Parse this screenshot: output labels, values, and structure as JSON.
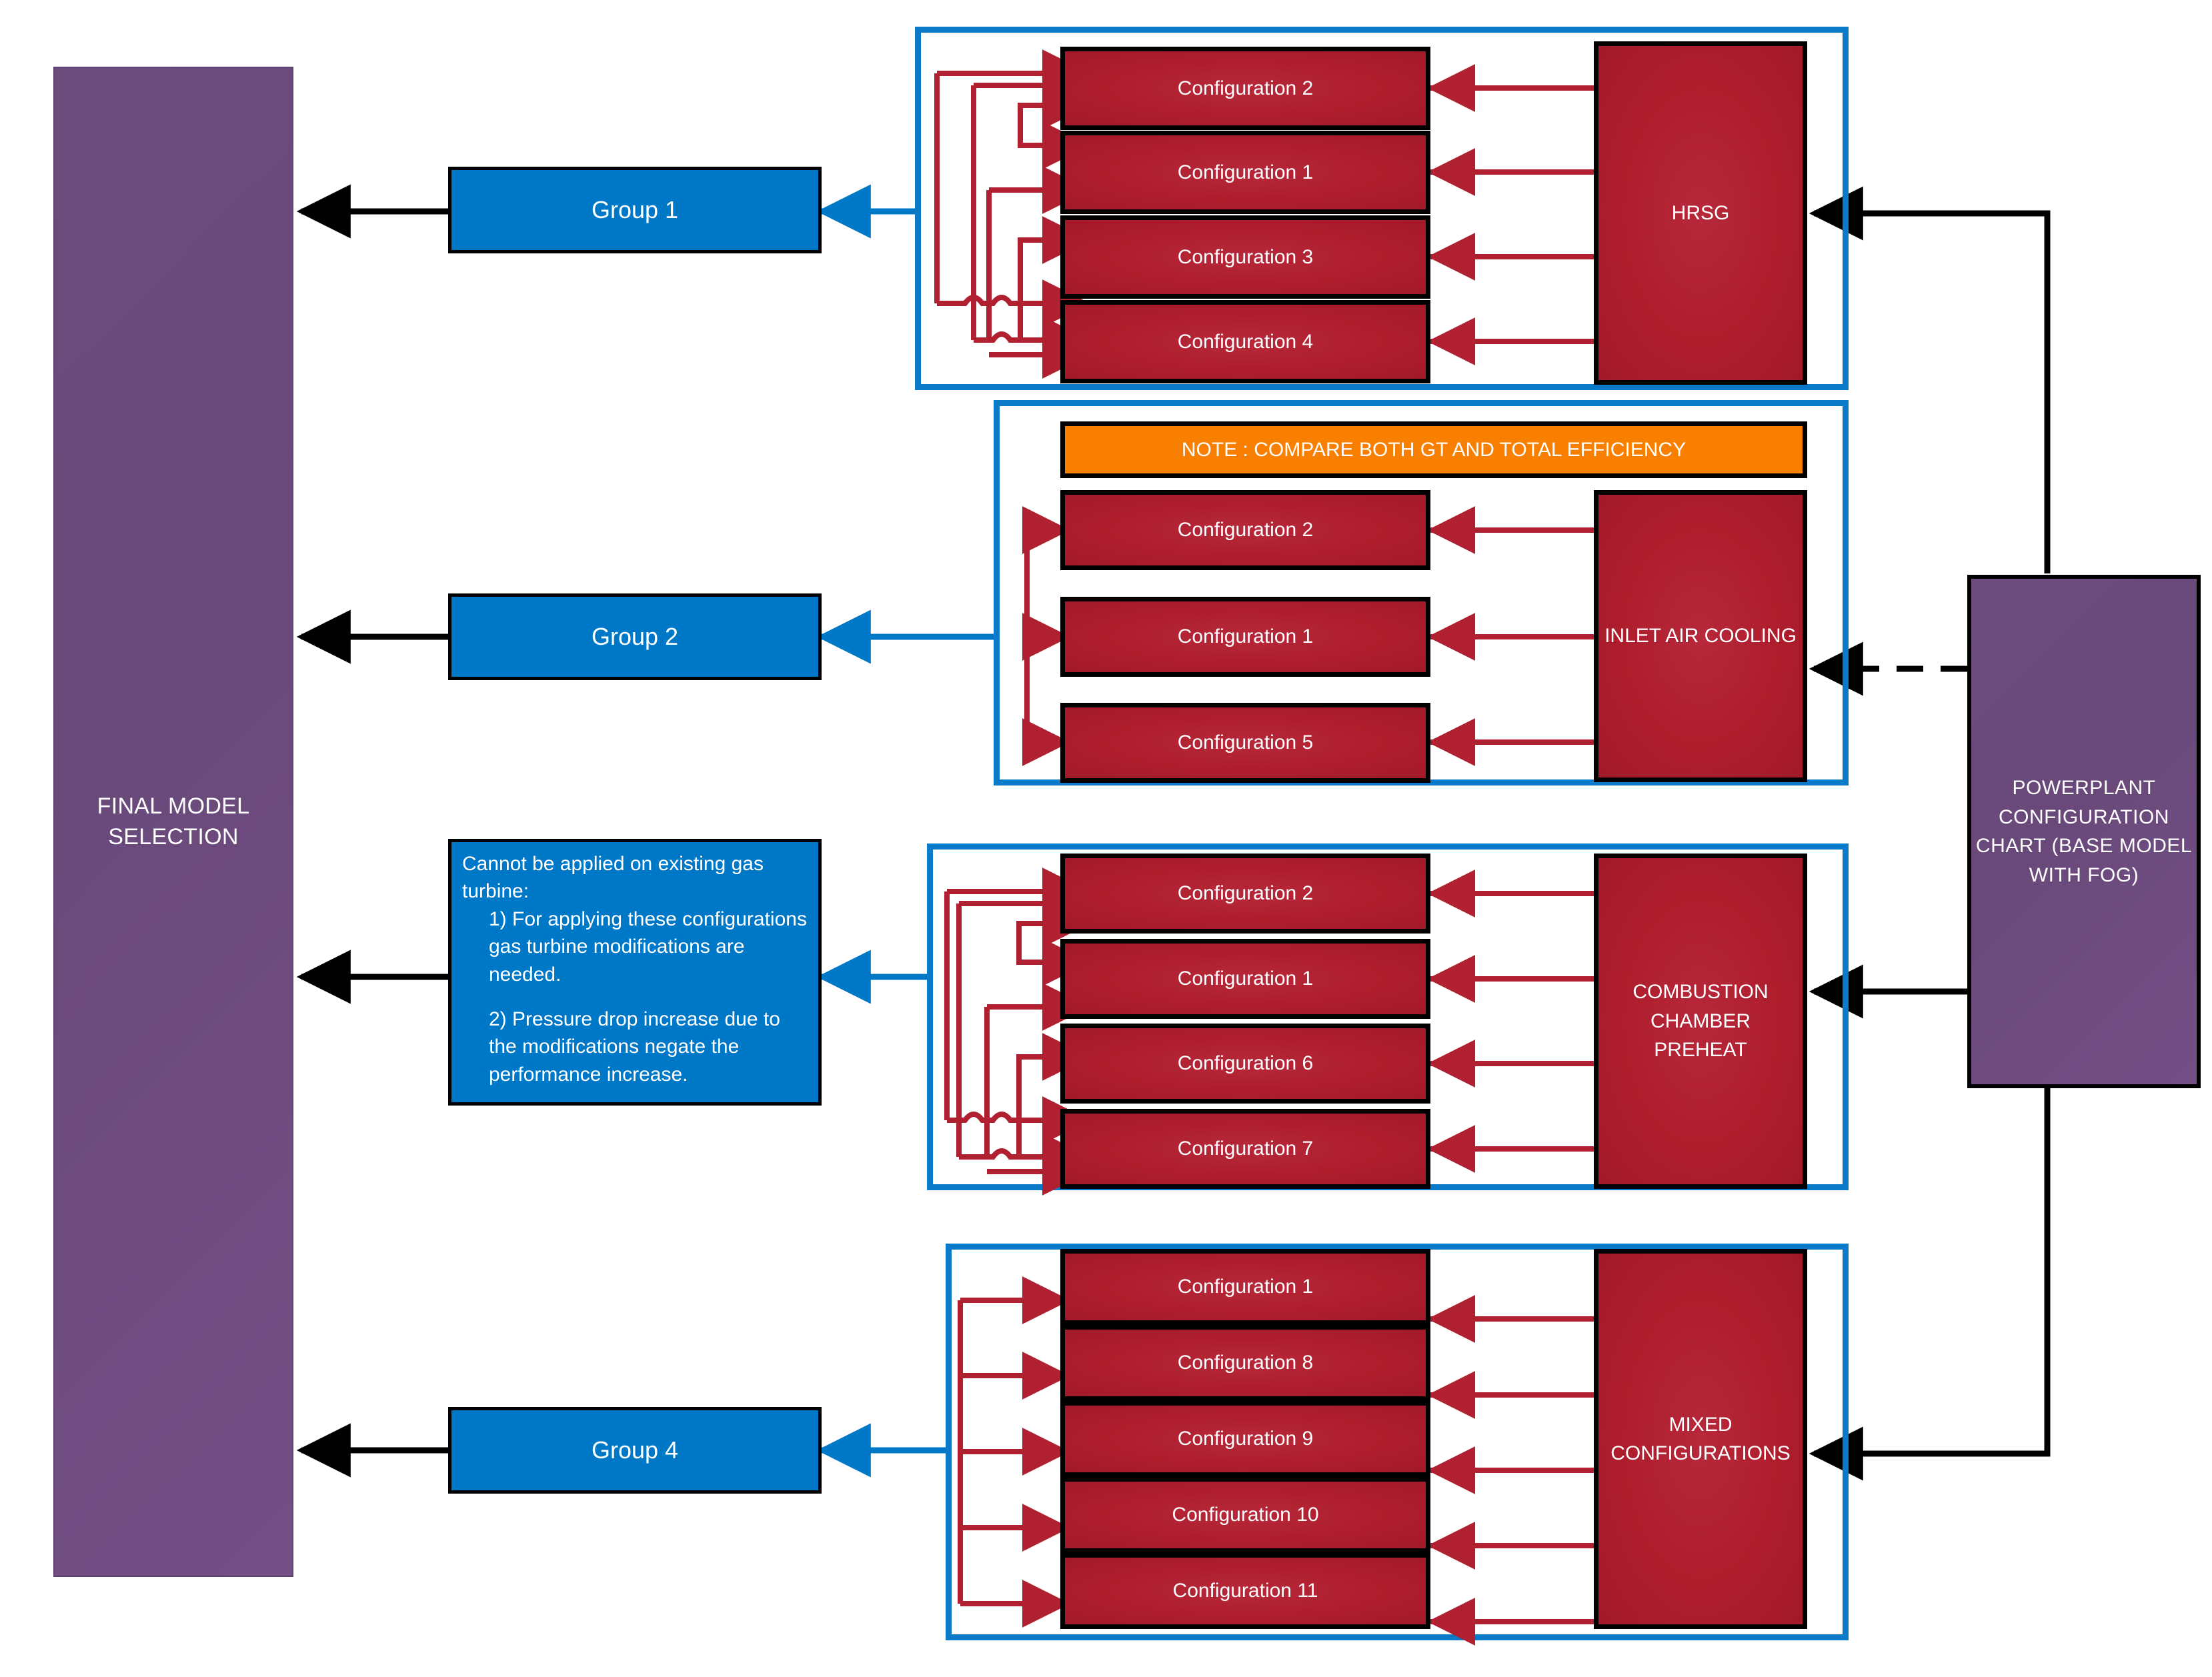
{
  "final_selection": {
    "label": "FINAL MODEL\nSELECTION"
  },
  "source": {
    "label": "POWERPLANT\nCONFIGURATION\nCHART (BASE MODEL\nWITH FOG)"
  },
  "groups": [
    {
      "button_label": "Group 1",
      "category_label": "HRSG",
      "configs": [
        "Configuration 2",
        "Configuration 1",
        "Configuration 3",
        "Configuration 4"
      ],
      "note": null
    },
    {
      "button_label": "Group 2",
      "category_label": "INLET AIR COOLING",
      "configs": [
        "Configuration 2",
        "Configuration 1",
        "Configuration 5"
      ],
      "note": "NOTE : COMPARE BOTH GT AND TOTAL EFFICIENCY"
    },
    {
      "button_label": "",
      "category_label": "COMBUSTION\nCHAMBER\nPREHEAT",
      "configs": [
        "Configuration 2",
        "Configuration 1",
        "Configuration 6",
        "Configuration 7"
      ],
      "note": null
    },
    {
      "button_label": "Group 4",
      "category_label": "MIXED\nCONFIGURATIONS",
      "configs": [
        "Configuration 1",
        "Configuration 8",
        "Configuration 9",
        "Configuration 10",
        "Configuration 11"
      ],
      "note": null
    }
  ],
  "group3_caption": {
    "line1": "Cannot be applied on existing gas turbine:",
    "item1": "1) For applying these configurations gas turbine modifications are needed.",
    "item2": "2) Pressure drop increase due to the modifications negate the performance increase."
  },
  "colors": {
    "purple": "#6b4a7c",
    "blue": "#0078c8",
    "group_outline_blue": "#0b7bc9",
    "red": "#af1f2e",
    "orange": "#f97f00",
    "black": "#000000",
    "white": "#ffffff"
  }
}
